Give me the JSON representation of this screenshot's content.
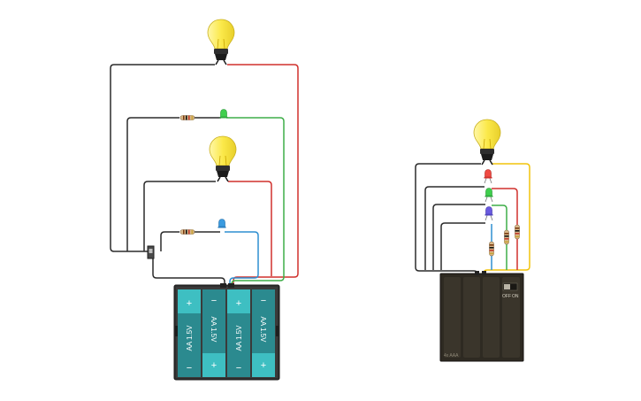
{
  "colors": {
    "background": "#ffffff",
    "wire_black": "#2b2b2b",
    "wire_red": "#d0312d",
    "wire_green": "#3fae49",
    "wire_blue": "#2f8fd0",
    "wire_yellow": "#f2c40c",
    "bulb_glass": "#fbe94a",
    "battery_teal": "#2b8a8f",
    "battery_pack_dark": "#2e2a22"
  },
  "circuit_left": {
    "battery_pack": {
      "cells": [
        {
          "label": "AA 1.5V",
          "top_terminal": "+",
          "bottom_terminal": "−"
        },
        {
          "label": "AA 1.5V",
          "top_terminal": "−",
          "bottom_terminal": "+"
        },
        {
          "label": "AA 1.5V",
          "top_terminal": "+",
          "bottom_terminal": "−"
        },
        {
          "label": "AA 1.5V",
          "top_terminal": "−",
          "bottom_terminal": "+"
        }
      ]
    }
  },
  "circuit_right": {
    "battery_pack": {
      "switch_off_label": "OFF",
      "switch_on_label": "ON",
      "pack_label": "4x AAA"
    }
  }
}
